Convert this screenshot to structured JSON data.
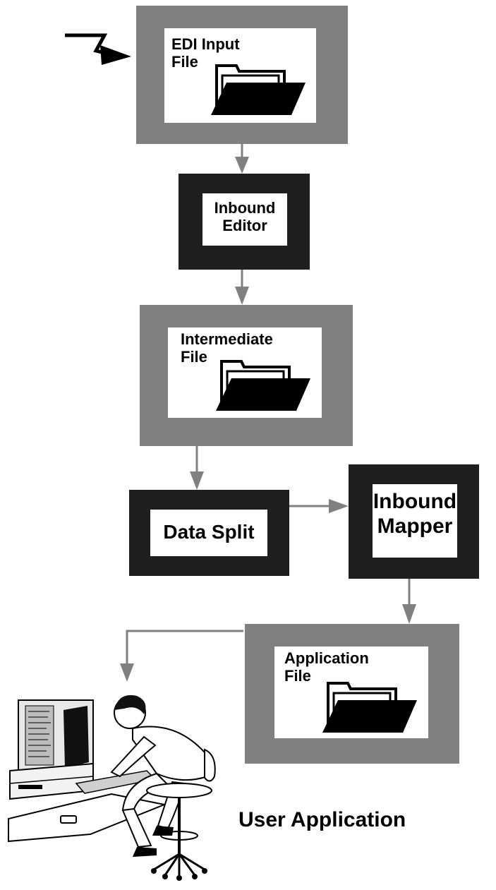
{
  "nodes": {
    "edi_input": {
      "line1": "EDI Input",
      "line2": "File"
    },
    "inbound_editor": {
      "line1": "Inbound",
      "line2": "Editor"
    },
    "intermediate": {
      "line1": "Intermediate",
      "line2": "File"
    },
    "data_split": {
      "line1": "Data Split"
    },
    "inbound_mapper": {
      "line1": "Inbound",
      "line2": "Mapper"
    },
    "application_file": {
      "line1": "Application",
      "line2": "File"
    }
  },
  "caption": "User Application",
  "colors": {
    "file_frame": "#808080",
    "process_frame": "#1f1f1f",
    "arrow": "#808080"
  },
  "icons": [
    "folder-icon",
    "lightning-arrow-icon",
    "computer-user-icon"
  ]
}
